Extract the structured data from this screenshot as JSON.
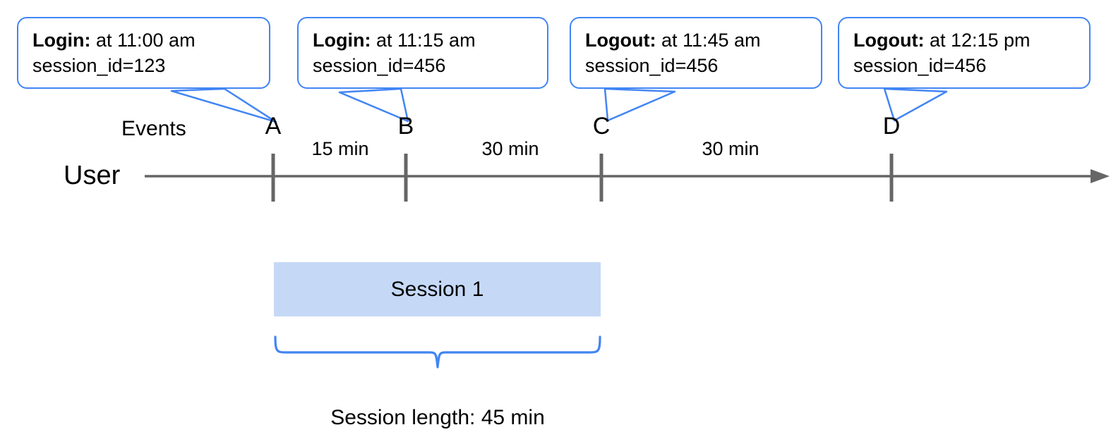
{
  "diagram": {
    "title_caption": "Session length: 45 min",
    "row_labels": {
      "events": "Events",
      "user": "User"
    },
    "accent_color": "#4285f4",
    "axis_color": "#666666",
    "session_fill": "#c5d9f7"
  },
  "callouts": [
    {
      "event": "Login:",
      "time": " at 11:00 am",
      "session_id": "session_id=123",
      "points_to": "A"
    },
    {
      "event": "Login:",
      "time": " at 11:15 am",
      "session_id": "session_id=456",
      "points_to": "B"
    },
    {
      "event": "Logout:",
      "time": " at 11:45 am",
      "session_id": "session_id=456",
      "points_to": "C"
    },
    {
      "event": "Logout:",
      "time": " at 12:15 pm",
      "session_id": "session_id=456",
      "points_to": "D"
    }
  ],
  "markers": [
    {
      "label": "A"
    },
    {
      "label": "B"
    },
    {
      "label": "C"
    },
    {
      "label": "D"
    }
  ],
  "intervals": [
    {
      "label": "15 min",
      "from": "A",
      "to": "B"
    },
    {
      "label": "30 min",
      "from": "B",
      "to": "C"
    },
    {
      "label": "30 min",
      "from": "C",
      "to": "D"
    }
  ],
  "session": {
    "label": "Session 1",
    "brace_caption": "Session length: 45 min"
  }
}
